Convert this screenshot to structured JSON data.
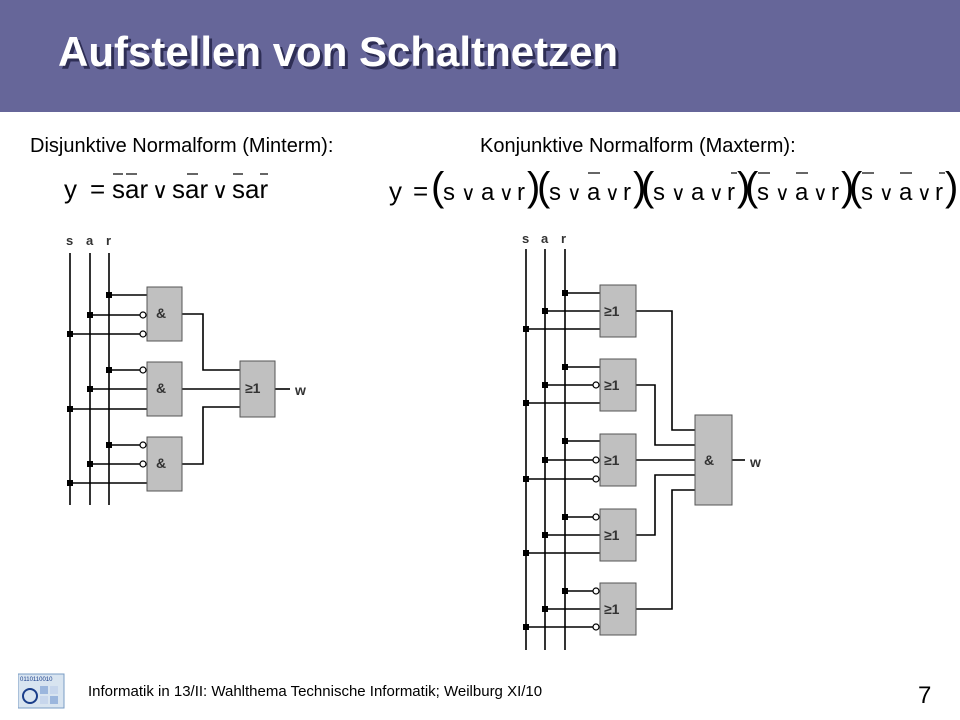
{
  "slide": {
    "title": "Aufstellen von Schaltnetzen",
    "page_number": "7"
  },
  "left": {
    "heading": "Disjunktive Normalform (Minterm):",
    "formula_lhs": "y",
    "formula_eq": "=",
    "gate_label": "&",
    "output_gate_label": "≥1",
    "output_label": "w",
    "inputs": [
      "s",
      "a",
      "r"
    ]
  },
  "right": {
    "heading": "Konjunktive Normalform (Maxterm):",
    "formula_lhs": "y",
    "formula_eq": "=",
    "gate_label": "≥1",
    "output_gate_label": "&",
    "output_label": "w",
    "inputs": [
      "s",
      "a",
      "r"
    ]
  },
  "footer": {
    "text": "Informatik in 13/II: Wahlthema Technische Informatik; Weilburg XI/10",
    "logo_text": "0110110010"
  },
  "colors": {
    "title_bar": "#666699",
    "gate_fill": "#c0c0c0"
  }
}
